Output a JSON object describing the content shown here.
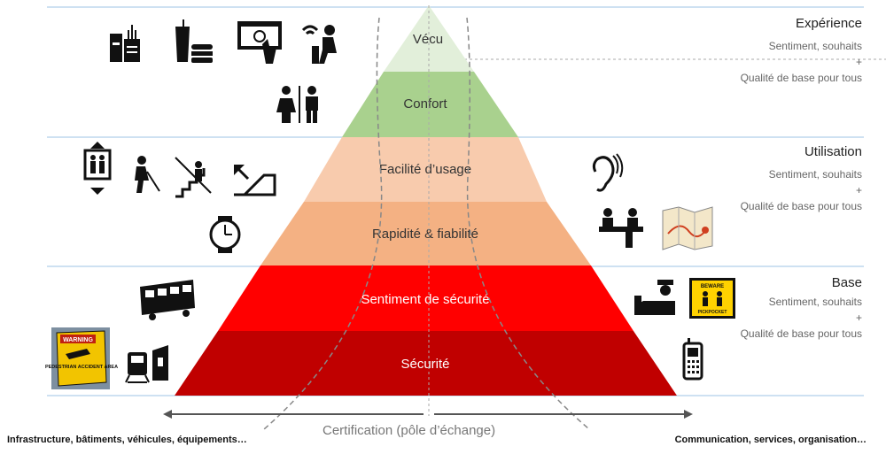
{
  "pyramid": {
    "tiers": [
      {
        "label": "Vécu",
        "color": "#e2efda",
        "text_color": "#333333"
      },
      {
        "label": "Confort",
        "color": "#a9d18e",
        "text_color": "#333333"
      },
      {
        "label": "Facilité d’usage",
        "color": "#f8cbad",
        "text_color": "#333333"
      },
      {
        "label": "Rapidité & fiabilité",
        "color": "#f4b183",
        "text_color": "#333333"
      },
      {
        "label": "Sentiment de sécurité",
        "color": "#ff0000",
        "text_color": "#ffffff"
      },
      {
        "label": "Sécurité",
        "color": "#c00000",
        "text_color": "#ffffff"
      }
    ]
  },
  "levels": [
    {
      "title": "Expérience",
      "line1": "Sentiment, souhaits",
      "plus": "+",
      "line2": "Qualité de base pour tous"
    },
    {
      "title": "Utilisation",
      "line1": "Sentiment, souhaits",
      "plus": "+",
      "line2": "Qualité de base pour tous"
    },
    {
      "title": "Base",
      "line1": "Sentiment, souhaits",
      "plus": "+",
      "line2": "Qualité de base pour tous"
    }
  ],
  "axis": {
    "label": "Certification (pôle d’échange)"
  },
  "footer": {
    "left": "Infrastructure, bâtiments, véhicules, équipements…",
    "right": "Communication, services, organisation…"
  },
  "signs": {
    "warning_top": "WARNING",
    "warning_body": "PEDESTRIAN ACCIDENT AREA",
    "beware_top": "BEWARE",
    "beware_bottom": "PICKPOCKET"
  },
  "icons": [
    "shop-icon",
    "fast-food-icon",
    "atm-icon",
    "wifi-seat-icon",
    "restroom-icon",
    "elevator-icon",
    "blind-person-icon",
    "stairs-icon",
    "escalator-icon",
    "clock-icon",
    "hearing-icon",
    "info-desk-icon",
    "map-icon",
    "security-guard-icon",
    "beware-pickpocket-sign-icon",
    "warning-pedestrian-sign-icon",
    "bus-icon",
    "train-station-icon",
    "phone-icon"
  ]
}
